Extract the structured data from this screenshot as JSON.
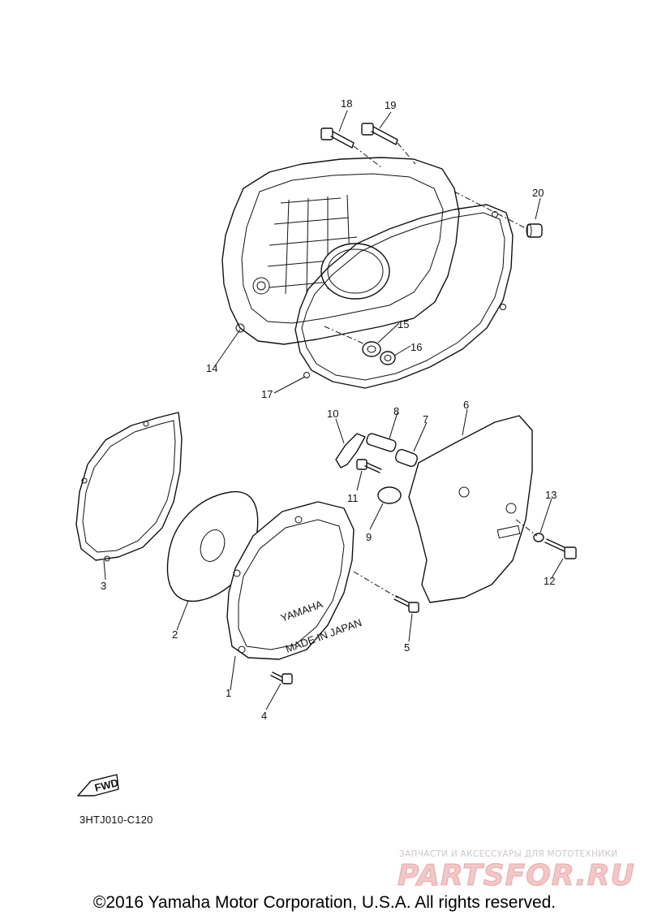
{
  "callouts": [
    "1",
    "2",
    "3",
    "4",
    "5",
    "6",
    "7",
    "8",
    "9",
    "10",
    "11",
    "12",
    "13",
    "14",
    "15",
    "16",
    "17",
    "18",
    "19",
    "20"
  ],
  "stamps": {
    "cover_brand": "YAMAHA",
    "made_in": "MADE IN JAPAN",
    "fwd": "FWD"
  },
  "diagram_code": "3HTJ010-C120",
  "watermark": {
    "tagline": "ЗАПЧАСТИ И АКСЕССУАРЫ ДЛЯ МОТОТЕХНИКИ",
    "logo": "PARTSFOR.RU"
  },
  "footer": "©2016 Yamaha Motor Corporation, U.S.A. All rights reserved.",
  "colors": {
    "line": "#111111",
    "watermark": "#e9a7a7"
  }
}
